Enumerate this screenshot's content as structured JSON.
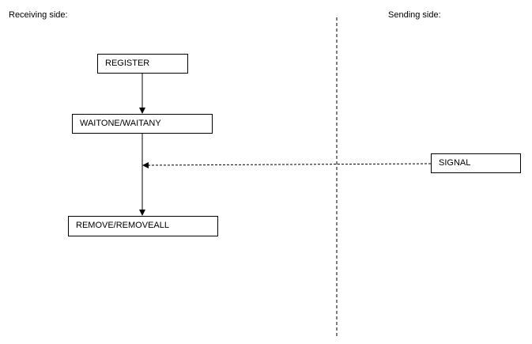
{
  "diagram": {
    "receiving_side_label": "Receiving side:",
    "sending_side_label": "Sending side:",
    "nodes": {
      "register": "REGISTER",
      "wait": "WAITONE/WAITANY",
      "remove": "REMOVE/REMOVEALL",
      "signal": "SIGNAL"
    },
    "edges": [
      {
        "from": "REGISTER",
        "to": "WAITONE/WAITANY",
        "style": "solid"
      },
      {
        "from": "WAITONE/WAITANY",
        "to": "REMOVE/REMOVEALL",
        "style": "solid"
      },
      {
        "from": "SIGNAL",
        "to": "WAITONE/WAITANY",
        "style": "dashed"
      }
    ],
    "colors": {
      "line": "#000000",
      "background": "#ffffff"
    }
  }
}
